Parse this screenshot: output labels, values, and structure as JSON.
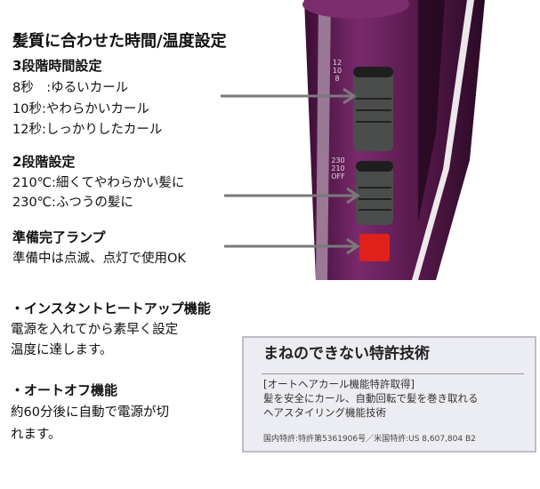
{
  "title": "髪質に合わせた時間/温度設定",
  "time": {
    "heading": "3段階時間設定",
    "items": [
      "8秒　:ゆるいカール",
      "10秒:やわらかいカール",
      "12秒:しっかりしたカール"
    ],
    "labels": [
      "12",
      "10",
      "8"
    ]
  },
  "temp": {
    "heading": "2段階設定",
    "items": [
      "210℃:細くてやわらかい髪に",
      "230℃:ふつうの髪に"
    ],
    "labels": [
      "230",
      "210",
      "OFF"
    ]
  },
  "lamp": {
    "heading": "準備完了ランプ",
    "text": "準備中は点滅、点灯で使用OK"
  },
  "instant": {
    "heading": "・インスタントヒートアップ機能",
    "lines": [
      "電源を入れてから素早く設定",
      "温度に達します。"
    ]
  },
  "autooff": {
    "heading": "・オートオフ機能",
    "lines": [
      "約60分後に自動で電源が切",
      "れます。"
    ]
  },
  "patent": {
    "title": "まねのできない特許技術",
    "subtitle": "[オートヘアカール機能特許取得]",
    "lines": [
      "髪を安全にカール、自動回転で髪を巻き取れる",
      "ヘアスタイリング機能技術"
    ],
    "footnote": "国内特許:特許第5361906号／米国特許:US 8,607,804 B2"
  },
  "colors": {
    "body": "#6b1d5c",
    "lamp": "#e0201a",
    "switch": "#4a4d4c",
    "arrow": "#7a7a7a"
  }
}
